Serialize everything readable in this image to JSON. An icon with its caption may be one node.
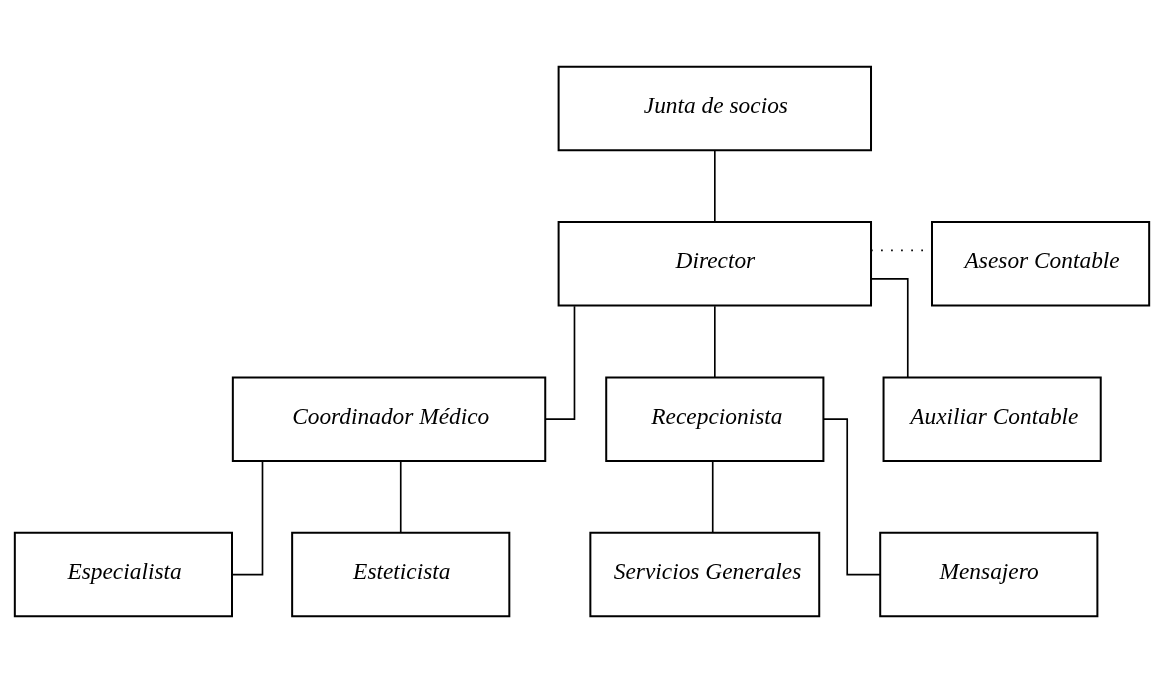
{
  "diagram": {
    "nodes": [
      {
        "text": [
          "Junta de socios"
        ]
      },
      {
        "text": [
          "Director"
        ]
      },
      {
        "text": [
          "Asesor Contable"
        ]
      },
      {
        "text": [
          "Coordinador Médico"
        ]
      },
      {
        "text": [
          "Recepcionista"
        ]
      },
      {
        "text": [
          "Auxiliar Contable"
        ]
      },
      {
        "text": [
          "Especialista"
        ]
      },
      {
        "text": [
          "Esteticista"
        ]
      },
      {
        "text": [
          "Servicios Generales"
        ]
      },
      {
        "text": [
          "Mensajero"
        ]
      }
    ],
    "edges": [
      {
        "from": 0,
        "to": 1,
        "arrow": "none"
      },
      {
        "from": 1,
        "to": 2,
        "arrow": "none",
        "style": "dashed"
      },
      {
        "from": 1,
        "to": 3,
        "arrow": "none"
      },
      {
        "from": 1,
        "to": 4,
        "arrow": "none"
      },
      {
        "from": 1,
        "to": 5,
        "arrow": "none"
      },
      {
        "from": 3,
        "to": 6,
        "arrow": "none"
      },
      {
        "from": 3,
        "to": 7,
        "arrow": "none"
      },
      {
        "from": 4,
        "to": 8,
        "arrow": "none"
      },
      {
        "from": 4,
        "to": 9,
        "arrow": "none"
      }
    ]
  }
}
